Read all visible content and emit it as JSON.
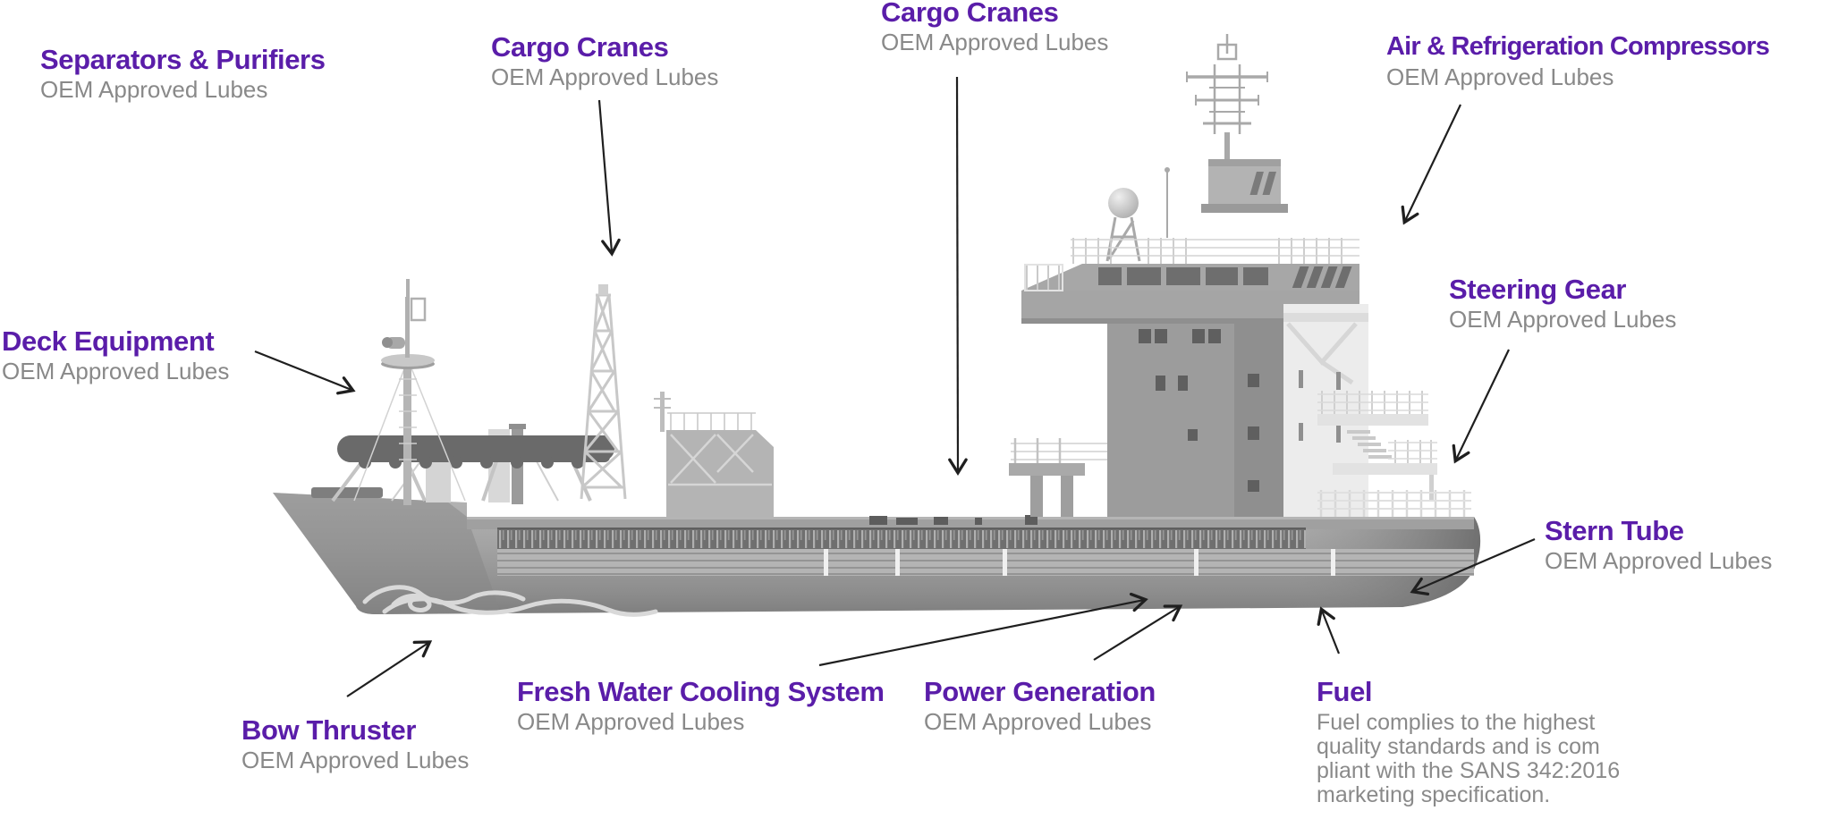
{
  "diagram": {
    "type": "ship-lubrication-points-infographic",
    "colors": {
      "heading": "#5a1da9",
      "subtitle": "#898989",
      "fuel_body": "#8a8a8a",
      "arrow": "#1f1f1f",
      "ship_gray_light": "#b7b7b7",
      "ship_gray_mid": "#9c9c9c",
      "ship_gray_dark": "#6f6f6f"
    },
    "labels": [
      {
        "id": "separators-purifiers",
        "title": "Separators & Purifiers",
        "subtitle": "OEM Approved Lubes"
      },
      {
        "id": "cargo-cranes-forward",
        "title": "Cargo Cranes",
        "subtitle": "OEM Approved Lubes"
      },
      {
        "id": "cargo-cranes-main",
        "title": "Cargo Cranes",
        "subtitle": "OEM Approved Lubes"
      },
      {
        "id": "air-refrigeration-compressors",
        "title": "Air & Refrigeration Compressors",
        "subtitle": "OEM Approved Lubes"
      },
      {
        "id": "deck-equipment",
        "title": "Deck Equipment",
        "subtitle": "OEM Approved Lubes"
      },
      {
        "id": "steering-gear",
        "title": "Steering Gear",
        "subtitle": "OEM Approved Lubes"
      },
      {
        "id": "stern-tube",
        "title": "Stern Tube",
        "subtitle": "OEM Approved Lubes"
      },
      {
        "id": "bow-thruster",
        "title": "Bow Thruster",
        "subtitle": "OEM Approved Lubes"
      },
      {
        "id": "fresh-water-cooling-system",
        "title": "Fresh Water Cooling System",
        "subtitle": "OEM Approved Lubes"
      },
      {
        "id": "power-generation",
        "title": "Power Generation",
        "subtitle": "OEM Approved Lubes"
      },
      {
        "id": "fuel",
        "title": "Fuel",
        "body": [
          "Fuel complies to the highest",
          "quality standards and is com",
          "pliant with the SANS 342:2016",
          "marketing specification."
        ]
      }
    ]
  }
}
